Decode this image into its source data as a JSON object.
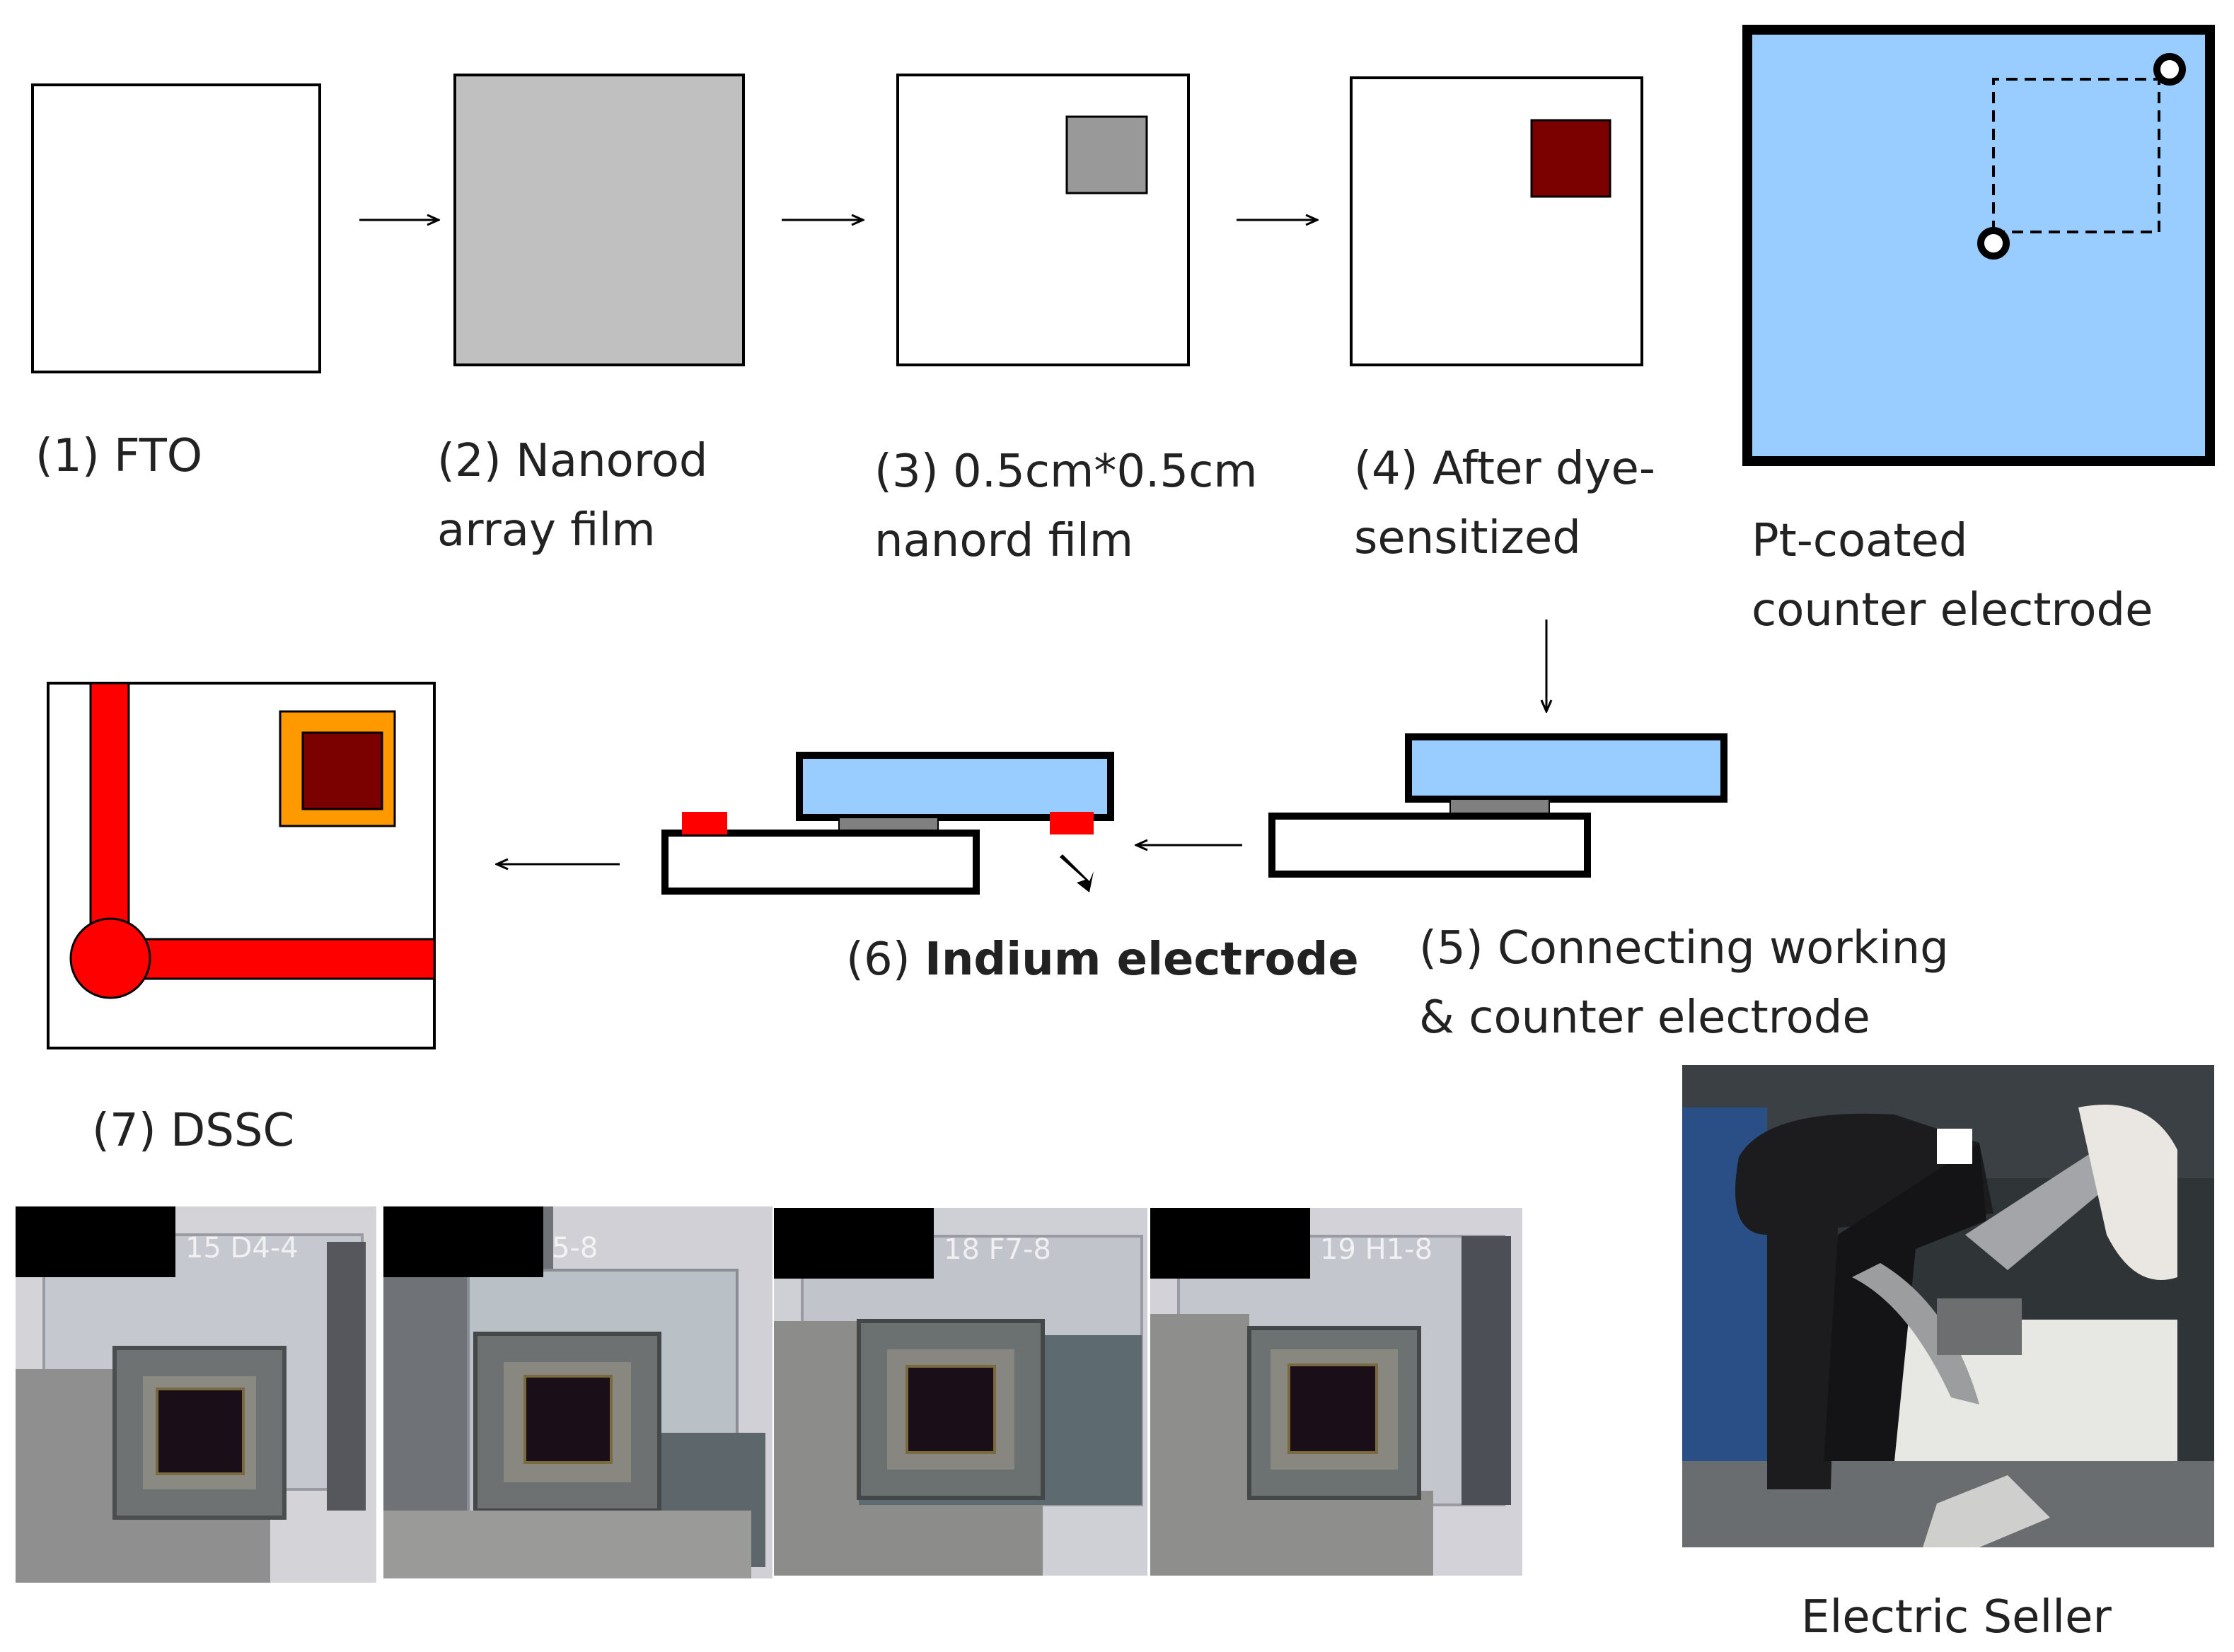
{
  "steps": {
    "s1": "(1) FTO",
    "s2": [
      "(2) Nanorod",
      "array film"
    ],
    "s3": [
      "(3) 0.5cm*0.5cm",
      "nanord film"
    ],
    "s4": [
      "(4) After dye-",
      "sensitized"
    ],
    "counter": [
      "Pt-coated",
      "counter electrode"
    ],
    "s5": [
      "(5) Connecting working",
      "& counter electrode"
    ],
    "s6_prefix": "(6) ",
    "s6_bold": "Indium electrode",
    "s7": "(7) DSSC"
  },
  "photo_caption": "Electric Seller",
  "sample_labels": [
    "15 D4-4",
    "5-8",
    "18 F7-8",
    "19 H1-8"
  ],
  "colors": {
    "film_gray": "#c0c0c0",
    "small_film_gray": "#999999",
    "dye": "#7b0000",
    "counter_blue": "#99ccff",
    "indium_red": "#ff0000",
    "sealant_orange": "#ff9900",
    "outline": "#000000"
  }
}
